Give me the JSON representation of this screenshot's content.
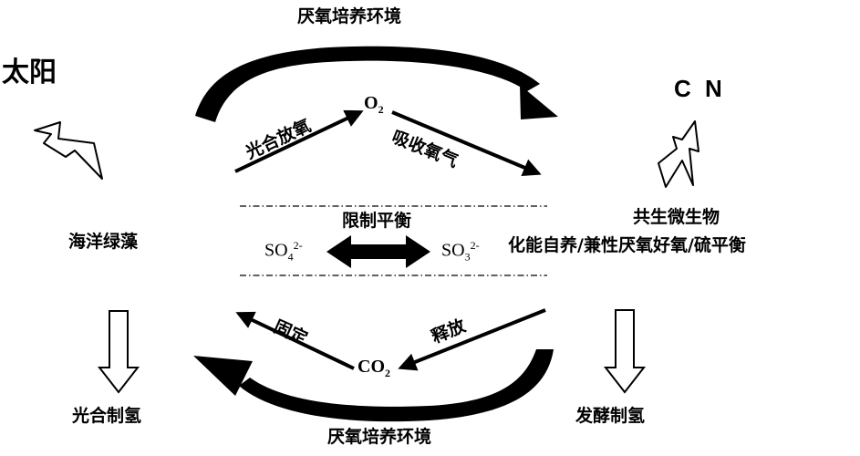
{
  "labels": {
    "top_env": "厌氧培养环境",
    "bottom_env": "厌氧培养环境",
    "sun": "太阳",
    "cn": "C N",
    "algae": "海洋绿藻",
    "microbes": "共生微生物",
    "microbes_desc": "化能自养/兼性厌氧好氧/硫平衡",
    "photo_oxygen": "光合放氧",
    "absorb_oxygen": "吸收氧气",
    "limit_balance": "限制平衡",
    "fix": "固定",
    "release": "释放",
    "photo_hydrogen": "光合制氢",
    "ferment_hydrogen": "发酵制氢"
  },
  "chemicals": {
    "o2": {
      "base": "O",
      "sub": "2"
    },
    "co2": {
      "base": "CO",
      "sub": "2"
    },
    "so4": {
      "base": "SO",
      "sub": "4",
      "sup": "2-"
    },
    "so3": {
      "base": "SO",
      "sub": "3",
      "sup": "2-"
    }
  }
}
